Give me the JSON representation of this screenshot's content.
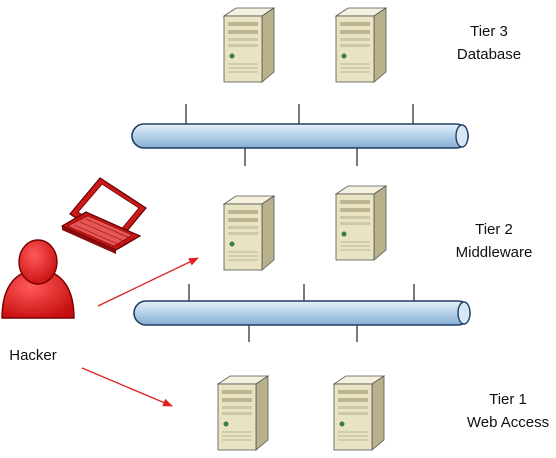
{
  "tiers": [
    {
      "id": "tier-3",
      "line1": "Tier 3",
      "line2": "Database"
    },
    {
      "id": "tier-2",
      "line1": "Tier 2",
      "line2": "Middleware"
    },
    {
      "id": "tier-1",
      "line1": "Tier 1",
      "line2": "Web Access"
    }
  ],
  "actor": {
    "label": "Hacker",
    "color": "#e02020"
  },
  "colors": {
    "server_front": "#e8e3c3",
    "server_side": "#b9b08c",
    "server_top": "#f4f1de",
    "bus_fill": "#b8d3ea",
    "bus_stroke": "#1f3f66",
    "arrow": "#e02020",
    "laptop": "#d01818"
  },
  "icons": {
    "server": "tower-server-icon",
    "network": "network-bus-icon",
    "actor": "hacker-person-icon",
    "device": "laptop-icon"
  }
}
